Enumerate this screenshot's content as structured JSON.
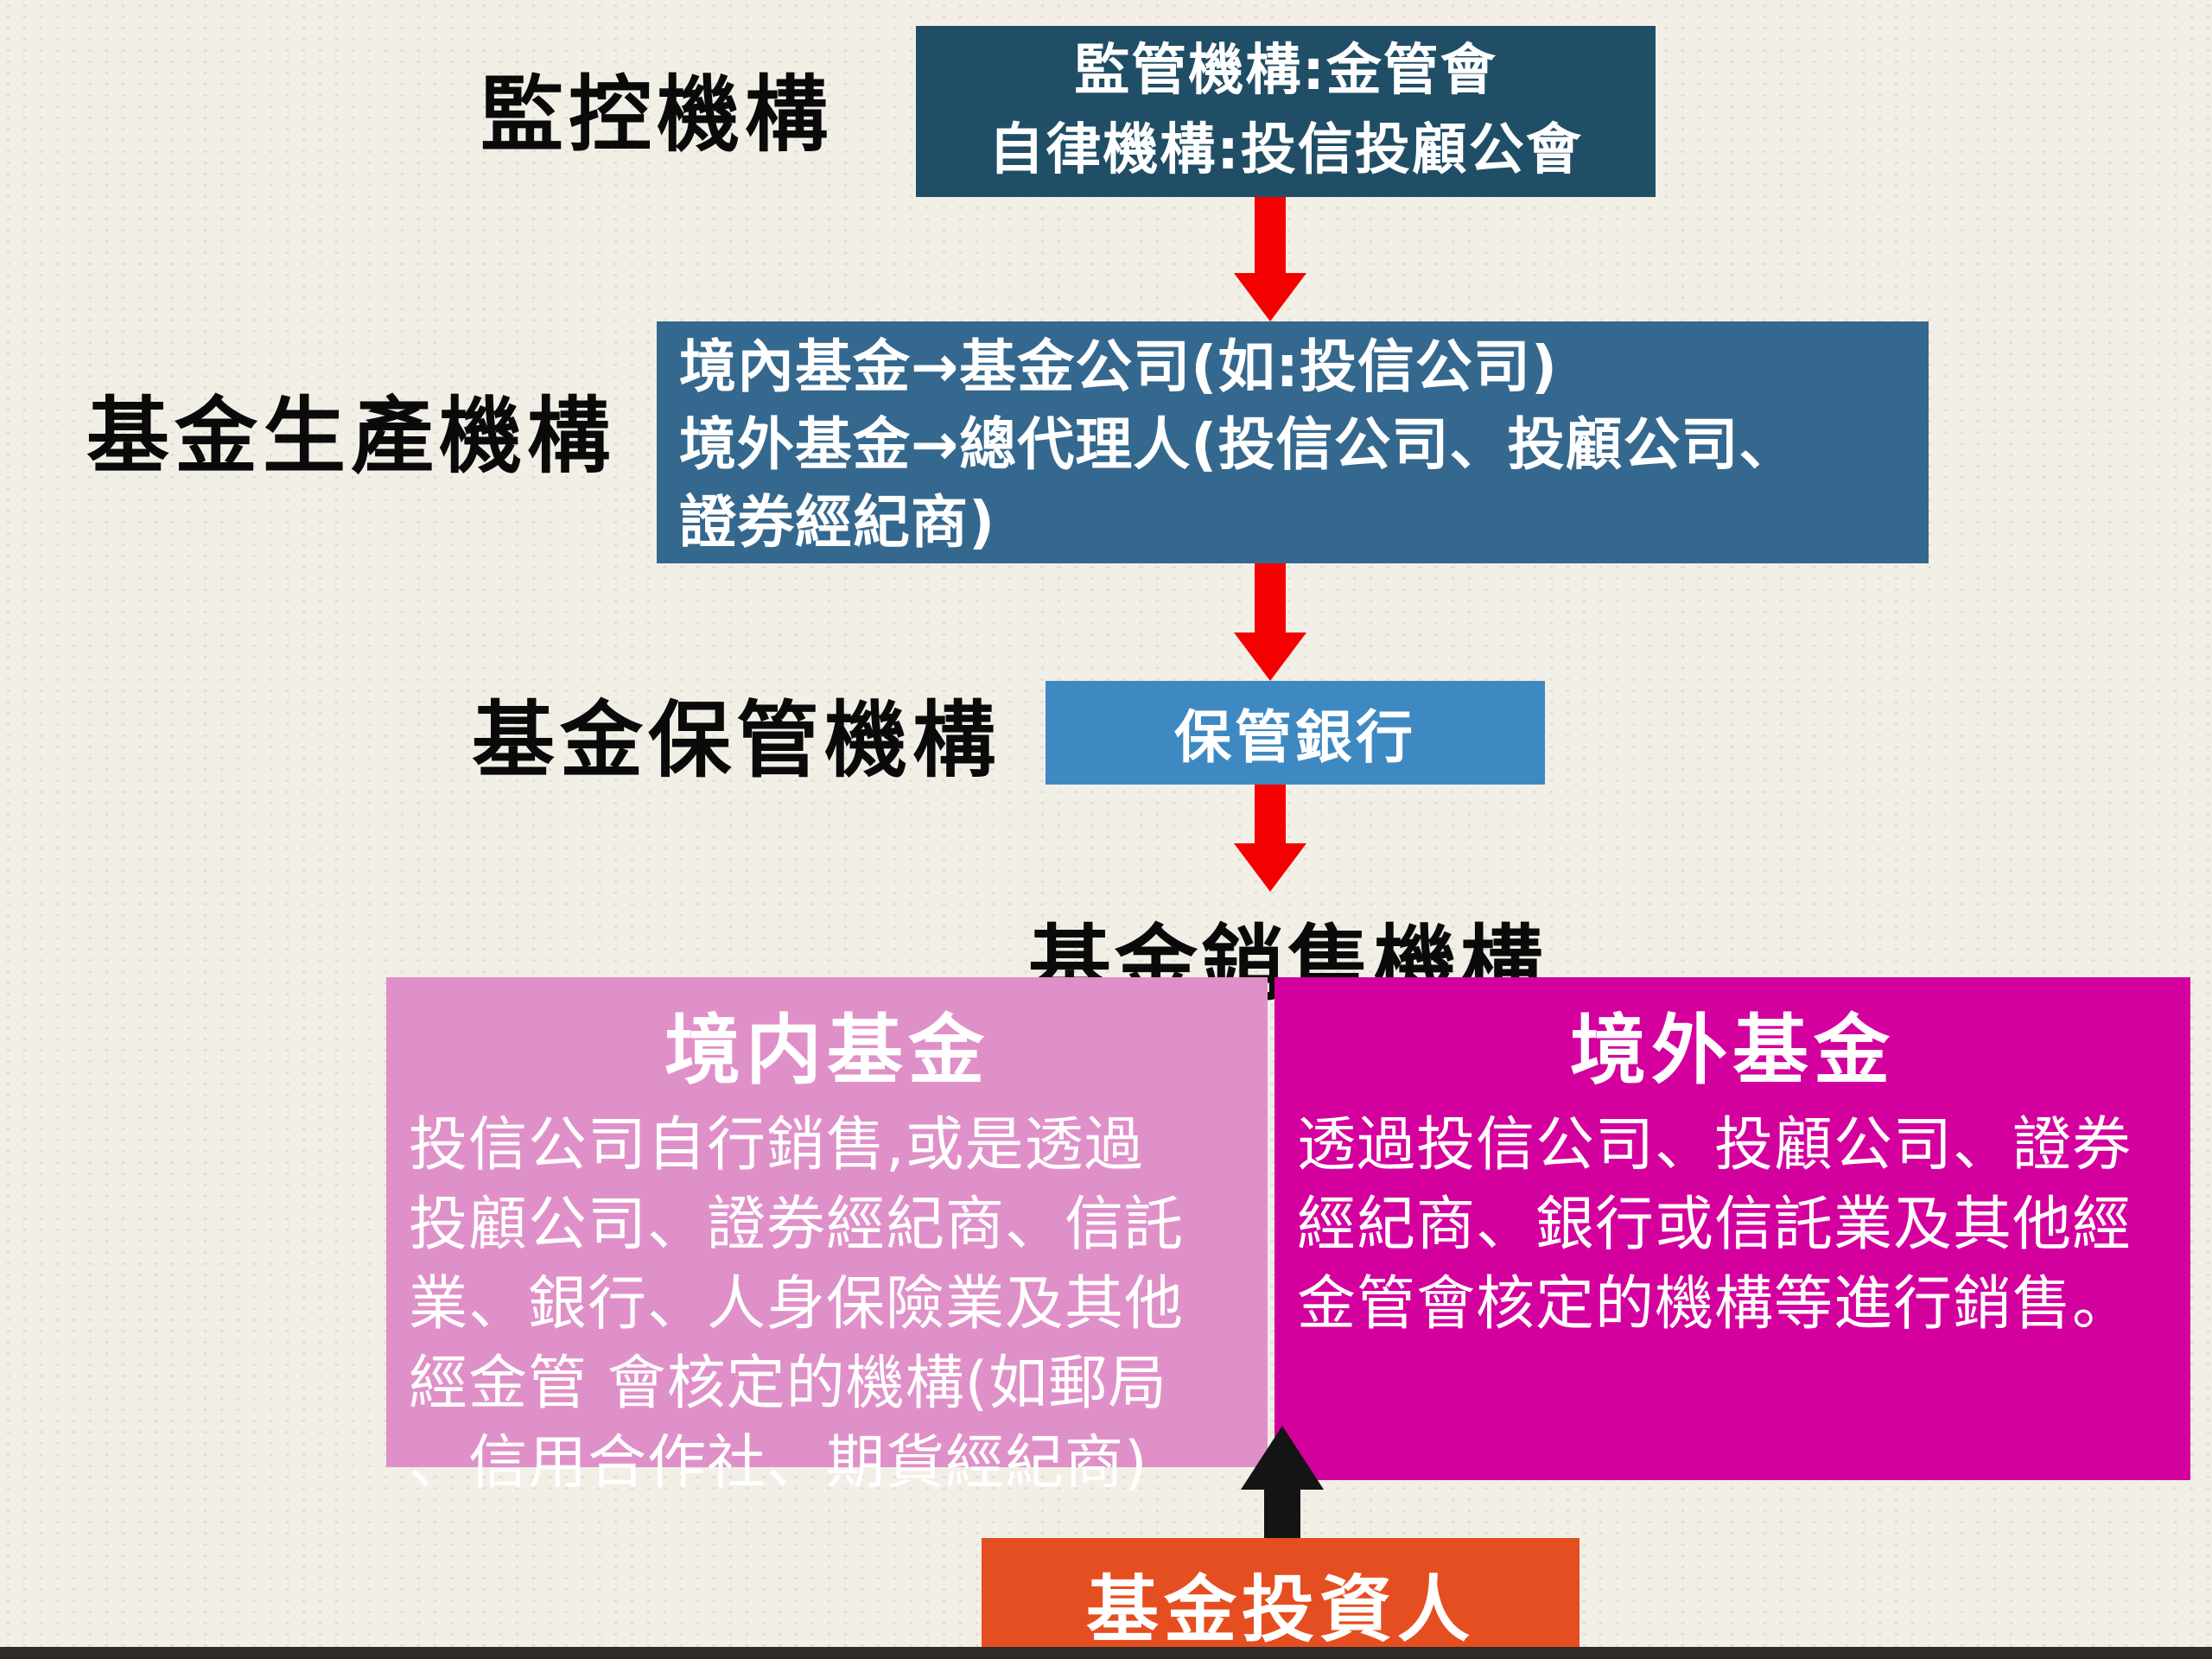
{
  "colors": {
    "background": "#F2EFE7",
    "regulator_box": "#204E66",
    "producer_box": "#35688E",
    "custodian_box": "#3E89C1",
    "domestic_box": "#E090C8",
    "offshore_box": "#D4009E",
    "investor_box": "#E54E20",
    "flow_arrow_red": "#F40000",
    "investor_arrow_black": "#141414",
    "box_text": "#FFFFFF",
    "label_text": "#0A0A0A"
  },
  "sections": {
    "monitoring": {
      "label": "監控機構",
      "box_lines": [
        "監管機構:金管會",
        "自律機構:投信投顧公會"
      ]
    },
    "production": {
      "label": "基金生產機構",
      "box_lines": [
        "境內基金→基金公司(如:投信公司)",
        "境外基金→總代理人(投信公司、投顧公司、",
        "證券經紀商)"
      ]
    },
    "custody": {
      "label": "基金保管機構",
      "bank_label": "保管銀行"
    },
    "sales": {
      "heading": "基金銷售機構",
      "domestic": {
        "title": "境内基金",
        "body_lines": [
          "投信公司自行銷售,或是透過",
          "投顧公司、證券經紀商、信託",
          "業、銀行、人身保險業及其他",
          "經金管 會核定的機構(如郵局",
          "、信用合作社、期貨經紀商)"
        ]
      },
      "offshore": {
        "title": "境外基金",
        "body_lines": [
          "透過投信公司、投顧公司、證券",
          "經紀商、銀行或信託業及其他經",
          "金管會核定的機構等進行銷售。"
        ]
      }
    },
    "investor": {
      "label": "基金投資人"
    }
  }
}
